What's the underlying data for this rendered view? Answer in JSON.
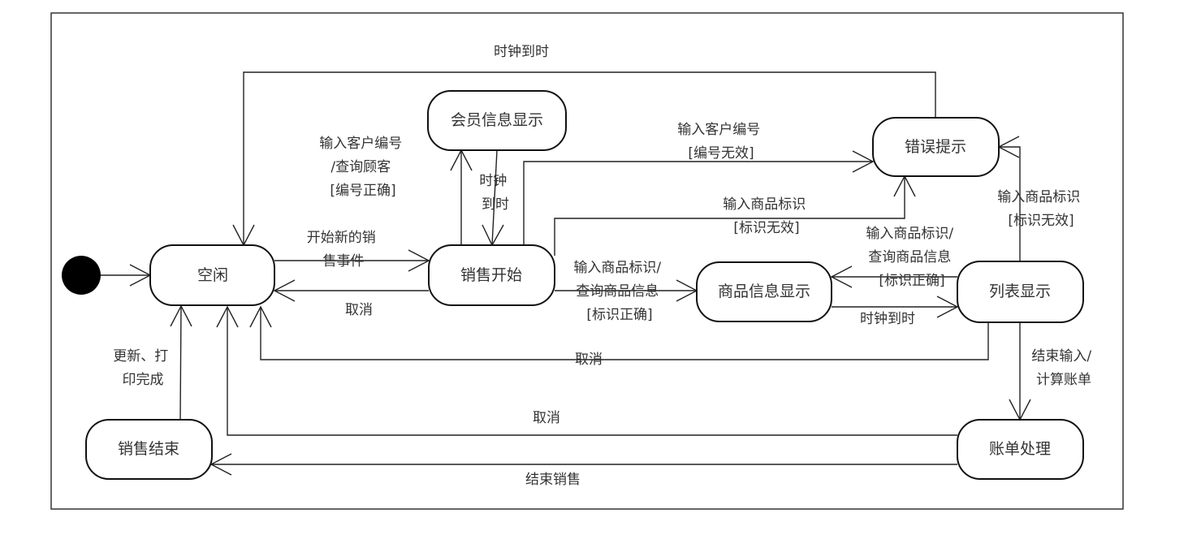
{
  "diagram": {
    "type": "state-machine",
    "states": {
      "idle": "空闲",
      "member_info": "会员信息显示",
      "sale_start": "销售开始",
      "error": "错误提示",
      "product_info": "商品信息显示",
      "list_display": "列表显示",
      "bill_processing": "账单处理",
      "sale_end": "销售结束"
    },
    "transitions": {
      "clock_timeout_top": [
        "时钟到时"
      ],
      "query_customer": [
        "输入客户编号",
        "/查询顾客",
        "[编号正确]"
      ],
      "start_new_sale": [
        "开始新的销",
        "售事件"
      ],
      "cancel_sale_start": [
        "取消"
      ],
      "member_clock_timeout": [
        "时钟",
        "到时"
      ],
      "customer_invalid": [
        "输入客户编号",
        "[编号无效]"
      ],
      "product_invalid_from_start": [
        "输入商品标识",
        "[标识无效]"
      ],
      "product_query_from_start": [
        "输入商品标识/",
        "查询商品信息",
        "[标识正确]"
      ],
      "product_query_from_list": [
        "输入商品标识/",
        "查询商品信息",
        "[标识正确]"
      ],
      "product_clock_timeout": [
        "时钟到时"
      ],
      "product_invalid_from_list": [
        "输入商品标识",
        "[标识无效]"
      ],
      "cancel_list": [
        "取消"
      ],
      "end_input": [
        "结束输入/",
        "计算账单"
      ],
      "cancel_bill": [
        "取消"
      ],
      "end_sale": [
        "结束销售"
      ],
      "update_print_done": [
        "更新、打",
        "印完成"
      ]
    }
  }
}
